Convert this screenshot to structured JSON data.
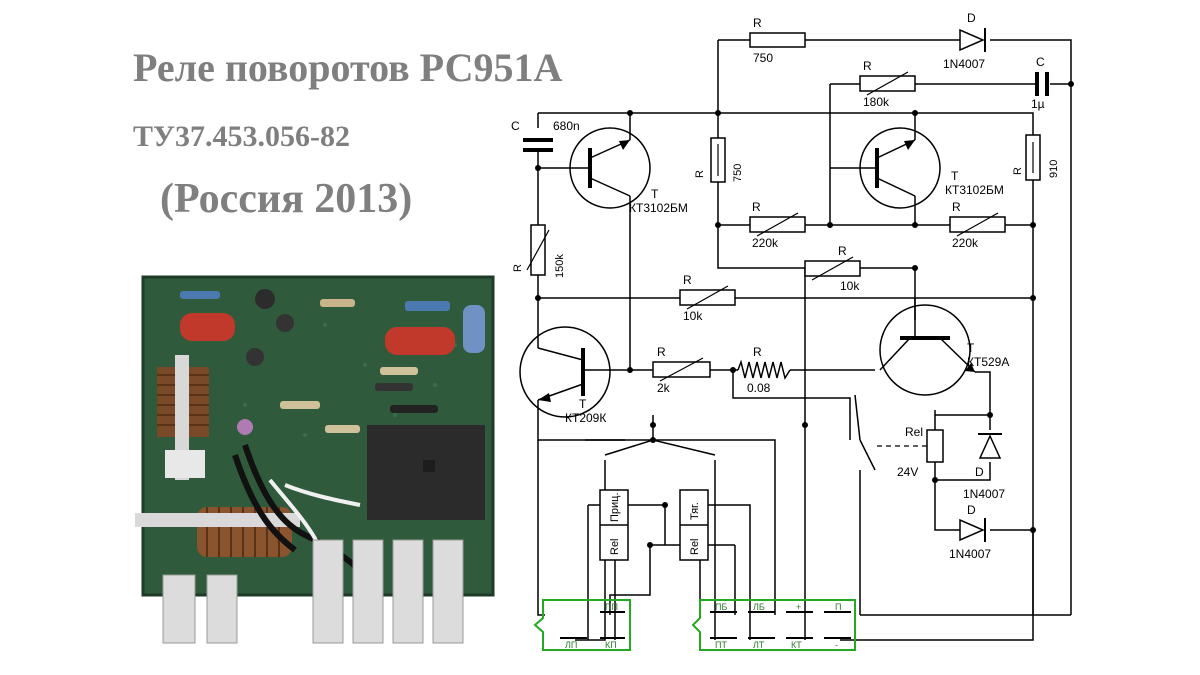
{
  "title": {
    "line1": "Реле поворотов РС951А",
    "line2": "ТУ37.453.056-82",
    "line3": "(Россия 2013)"
  },
  "colors": {
    "title": "#7f7f7f",
    "board": "#2f5a3c",
    "connector": "#22aa22",
    "wire": "#000000"
  },
  "components": {
    "r_top": {
      "ref": "R",
      "value": "750"
    },
    "d_top": {
      "ref": "D",
      "value": "1N4007"
    },
    "r_180k": {
      "ref": "R",
      "value": "180k"
    },
    "c_1u": {
      "ref": "C",
      "value": "1µ"
    },
    "c_680n": {
      "ref": "C",
      "value": "680n"
    },
    "t1": {
      "ref": "T",
      "value": "КТ3102БМ"
    },
    "r_750v": {
      "ref": "R",
      "value": "750"
    },
    "t2": {
      "ref": "T",
      "value": "КТ3102БМ"
    },
    "r_910": {
      "ref": "R",
      "value": "910"
    },
    "r_220k_a": {
      "ref": "R",
      "value": "220k"
    },
    "r_220k_b": {
      "ref": "R",
      "value": "220k"
    },
    "r_150k": {
      "ref": "R",
      "value": "150k"
    },
    "r_10k_a": {
      "ref": "R",
      "value": "10k"
    },
    "r_10k_b": {
      "ref": "R",
      "value": "10k"
    },
    "t3": {
      "ref": "T",
      "value": "КТ209К"
    },
    "r_2k": {
      "ref": "R",
      "value": "2k"
    },
    "r_008": {
      "ref": "R",
      "value": "0.08"
    },
    "t4": {
      "ref": "T",
      "value": "КТ529А"
    },
    "rel_main": {
      "ref": "Rel",
      "value": "24V"
    },
    "d_rel": {
      "ref": "D",
      "value": "1N4007"
    },
    "d_bottom": {
      "ref": "D",
      "value": "1N4007"
    },
    "rel_pric": {
      "ref": "Rel",
      "name": "Приц."
    },
    "rel_tyag": {
      "ref": "Rel",
      "name": "Тяг."
    }
  },
  "connectors": {
    "left": {
      "top": [
        "ПП"
      ],
      "bottom": [
        "ЛП",
        "КП"
      ]
    },
    "right": {
      "top": [
        "ПБ",
        "ЛБ",
        "+",
        "П"
      ],
      "bottom": [
        "ПТ",
        "ЛТ",
        "КТ",
        "-"
      ]
    }
  }
}
